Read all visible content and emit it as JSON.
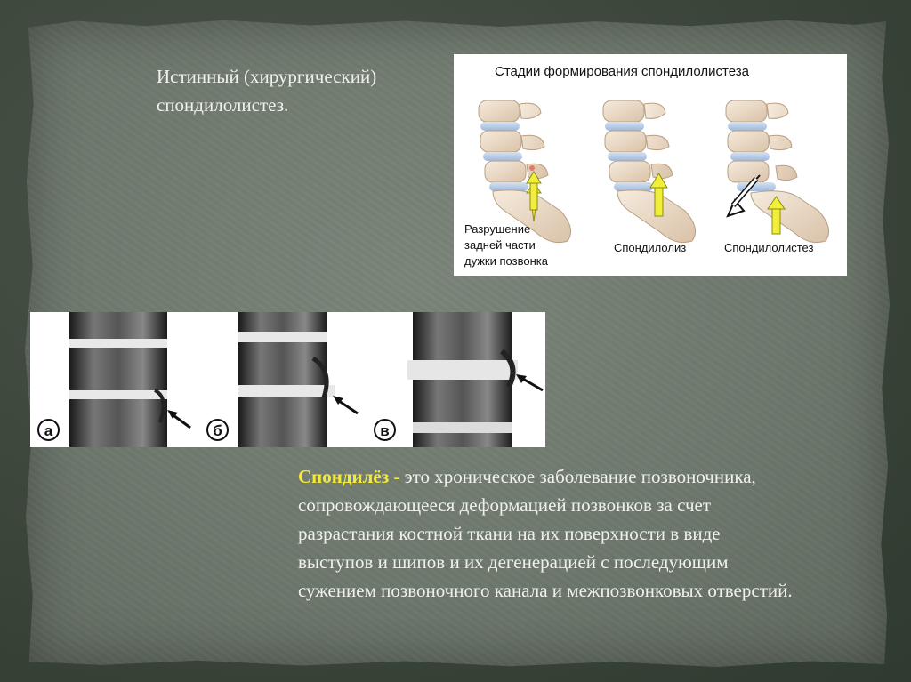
{
  "intro": {
    "text": "Истинный (хирургический) спондилолистез."
  },
  "figure_stages": {
    "title": "Стадии формирования спондилолистеза",
    "captions": [
      {
        "lines": [
          "Разрушение",
          "задней части",
          "дужки позвонка"
        ]
      },
      {
        "lines": [
          "Спондилолиз"
        ]
      },
      {
        "lines": [
          "Спондилолистез"
        ]
      }
    ],
    "colors": {
      "bone": "#eddcc9",
      "disc": "#b6cbe6",
      "arrow": "#f2ef3a"
    }
  },
  "figure_xray": {
    "labels": [
      "а",
      "б",
      "в"
    ]
  },
  "definition": {
    "term": "Спондилёз",
    "dash": " - ",
    "text": " это хроническое заболевание позвоночника, сопровождающееся деформацией позвонков за счет разрастания костной ткани на их поверхности в виде выступов и шипов и  их дегенерацией с последующим сужением позвоночного канала и межпозвонковых отверстий.",
    "term_color": "#f4ea3a"
  }
}
